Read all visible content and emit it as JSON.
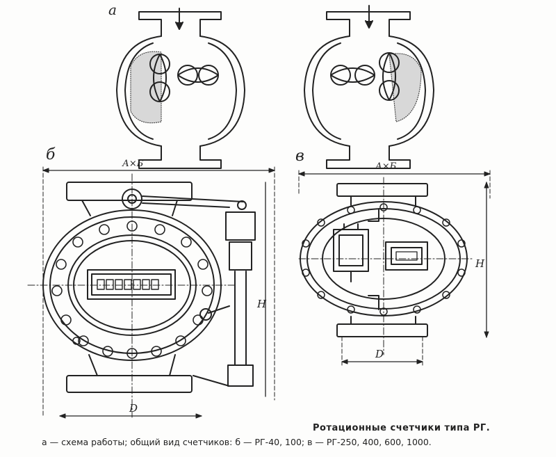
{
  "panels": {
    "a": {
      "label": "а"
    },
    "b": {
      "label": "б",
      "dim_top": "А×Б",
      "dim_height": "Н",
      "dim_bottom": "D"
    },
    "v": {
      "label": "в",
      "dim_top": "А×Б",
      "dim_height": "Н",
      "dim_bottom": "D"
    }
  },
  "caption": {
    "line1": "Ротационные счетчики типа РГ.",
    "line2": "а — схема работы; общий вид счетчиков: б — РГ-40, 100; в — РГ-250, 400, 600, 1000."
  }
}
